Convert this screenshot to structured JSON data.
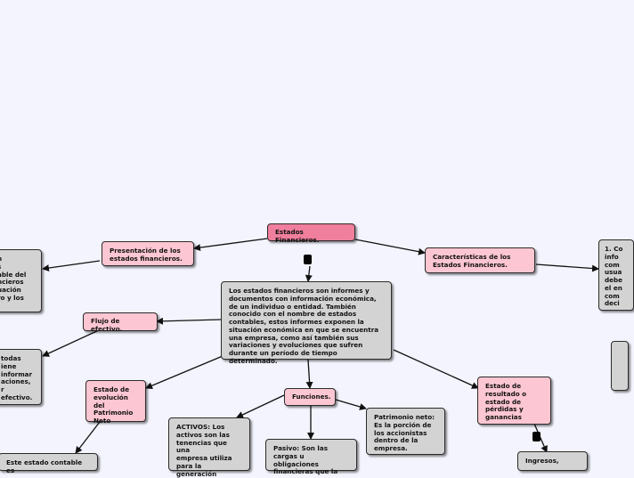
{
  "diagram": {
    "nodes": [
      {
        "id": "root",
        "text": "Estados Financieros."
      },
      {
        "id": "definition",
        "text": "Los estados financieros son informes y documentos con información económica, de un individuo o entidad. También conocido con el nombre de estados contables, estos informes exponen la situación económica en que se encuentra una empresa, como así también sus variaciones y evoluciones que sufren durante un período de tiempo determinado."
      },
      {
        "id": "presentacion",
        "text": "Presentación de los\nestados financieros."
      },
      {
        "id": "presentacion_detail",
        "text": "n\ns\nable del\nncieros\nuación\nro y los"
      },
      {
        "id": "caracteristicas",
        "text": "Características de los\nEstados Financieros."
      },
      {
        "id": "caracteristicas_detail",
        "text": "1. Co\ninfo\ncom\nusua\ndebe\nel en\ncom\ndeci"
      },
      {
        "id": "flujo",
        "text": "Flujo de efectivo."
      },
      {
        "id": "flujo_detail",
        "text": "todas\niene\ninformar\naciones,\nr\nefectivo."
      },
      {
        "id": "evolucion",
        "text": "Estado de\nevolución del\nPatrimonio\nNeto"
      },
      {
        "id": "evolucion_detail",
        "text": "Este estado contable es"
      },
      {
        "id": "funciones",
        "text": "Funciones."
      },
      {
        "id": "activos",
        "text": "ACTIVOS: Los\nactivos son las\ntenencias que una\nempresa utiliza\npara la generación"
      },
      {
        "id": "pasivo",
        "text": "Pasivo: Son las\ncargas u obligaciones\nfinancieras que la"
      },
      {
        "id": "patrimonio",
        "text": "Patrimonio neto:\nEs la porción de\nlos accionistas\ndentro de la\nempresa."
      },
      {
        "id": "resultado",
        "text": "Estado de\nresultado o\nestado de\npérdidas y\nganancias"
      },
      {
        "id": "ingresos",
        "text": "Ingresos,"
      },
      {
        "id": "right_edge_detail",
        "text": ""
      }
    ]
  },
  "colors": {
    "background": "#f3f4fd",
    "root_fill": "#ef7f9d",
    "topic_fill": "#fcc6d2",
    "detail_fill": "#d3d3d3",
    "line": "#111111"
  }
}
